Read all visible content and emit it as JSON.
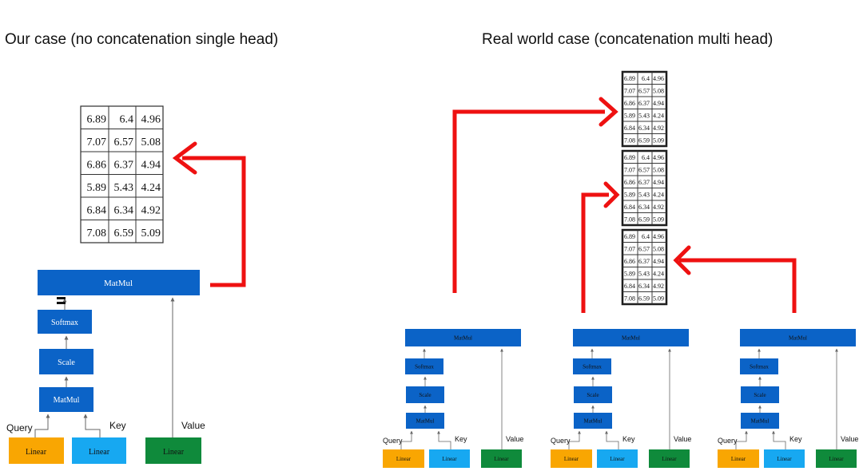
{
  "titles": {
    "left": "Our case (no concatenation single head)",
    "right": "Real world case (concatenation multi head)"
  },
  "matrix": [
    [
      "6.89",
      "6.4",
      "4.96"
    ],
    [
      "7.07",
      "6.57",
      "5.08"
    ],
    [
      "6.86",
      "6.37",
      "4.94"
    ],
    [
      "5.89",
      "5.43",
      "4.24"
    ],
    [
      "6.84",
      "6.34",
      "4.92"
    ],
    [
      "7.08",
      "6.59",
      "5.09"
    ]
  ],
  "ops": {
    "matmul_top": "MatMul",
    "softmax": "Softmax",
    "scale": "Scale",
    "matmul_bottom": "MatMul"
  },
  "inputs": {
    "query_label": "Query",
    "key_label": "Key",
    "value_label": "Value",
    "linear": "Linear"
  },
  "colors": {
    "op_box": "#0b63c7",
    "linear_query": "#f9a602",
    "linear_key": "#17a8f1",
    "linear_value": "#0f8a3b",
    "arrow": "#ee1111"
  },
  "head_count": 3
}
